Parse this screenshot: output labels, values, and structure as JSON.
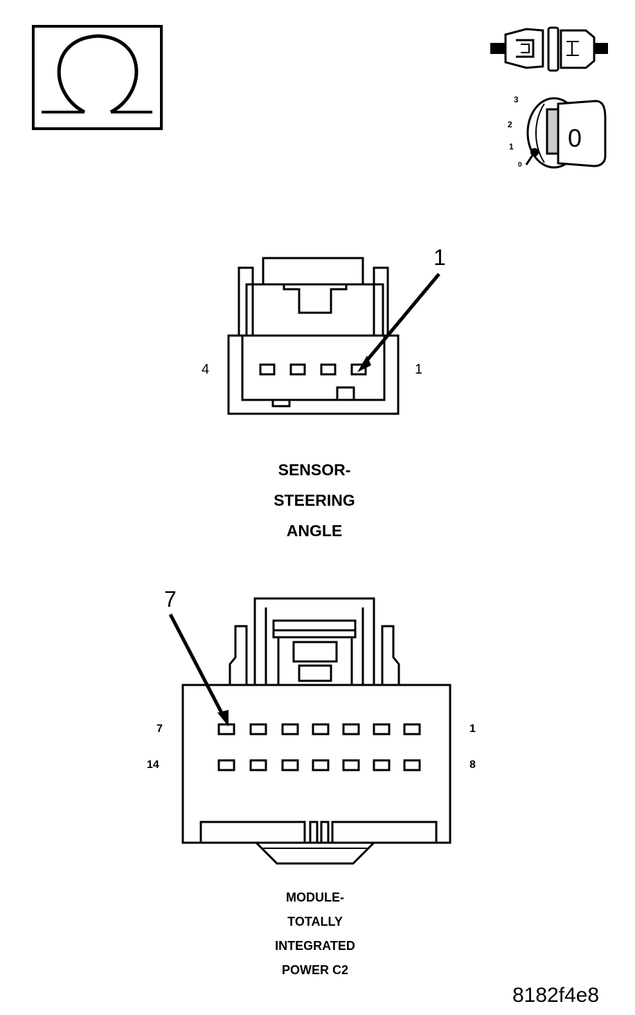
{
  "icons": {
    "ohm": "ohm-meter-icon",
    "disconnect": "connector-disconnect-icon",
    "ignition": "ignition-key-off-icon"
  },
  "ignition": {
    "positions": [
      "3",
      "2",
      "1",
      "0"
    ],
    "key_mark": "0"
  },
  "connector1": {
    "pin_left": "4",
    "pin_right": "1",
    "callout": "1",
    "name_lines": [
      "SENSOR-",
      "STEERING",
      "ANGLE"
    ]
  },
  "connector2": {
    "row1_left": "7",
    "row1_right": "1",
    "row2_left": "14",
    "row2_right": "8",
    "callout": "7",
    "name_lines": [
      "MODULE-",
      "TOTALLY",
      "INTEGRATED",
      "POWER C2"
    ]
  },
  "figure_id": "8182f4e8"
}
